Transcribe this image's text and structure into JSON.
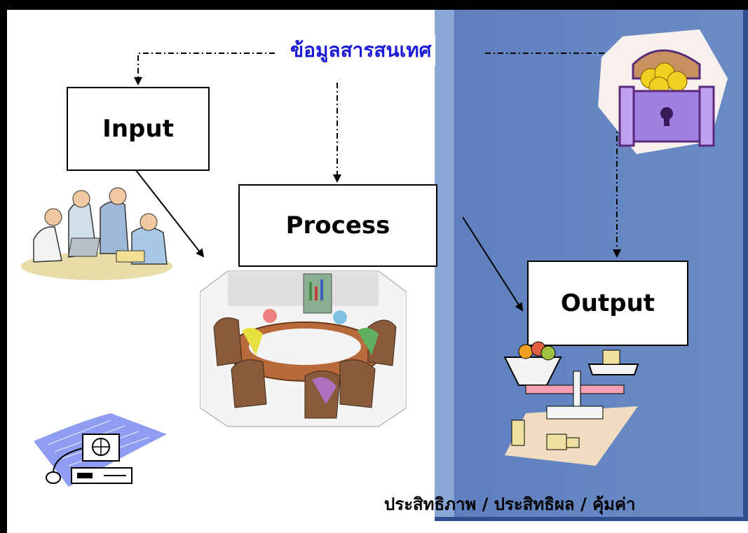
{
  "title": "ข้อมูลสารสนเทศ",
  "boxes": {
    "input": "Input",
    "process": "Process",
    "output": "Output"
  },
  "footer": "ประสิทธิภาพ / ประสิทธิผล / คุ้มค่า",
  "colors": {
    "title": "#1a1ad8",
    "panel": "#6789c4",
    "frame": "#000000"
  },
  "clipart": {
    "people": "people-at-computer-clipart",
    "meeting": "meeting-room-clipart",
    "chest": "treasure-chest-clipart",
    "scale": "weighing-scale-clipart",
    "computer": "computer-icon"
  }
}
